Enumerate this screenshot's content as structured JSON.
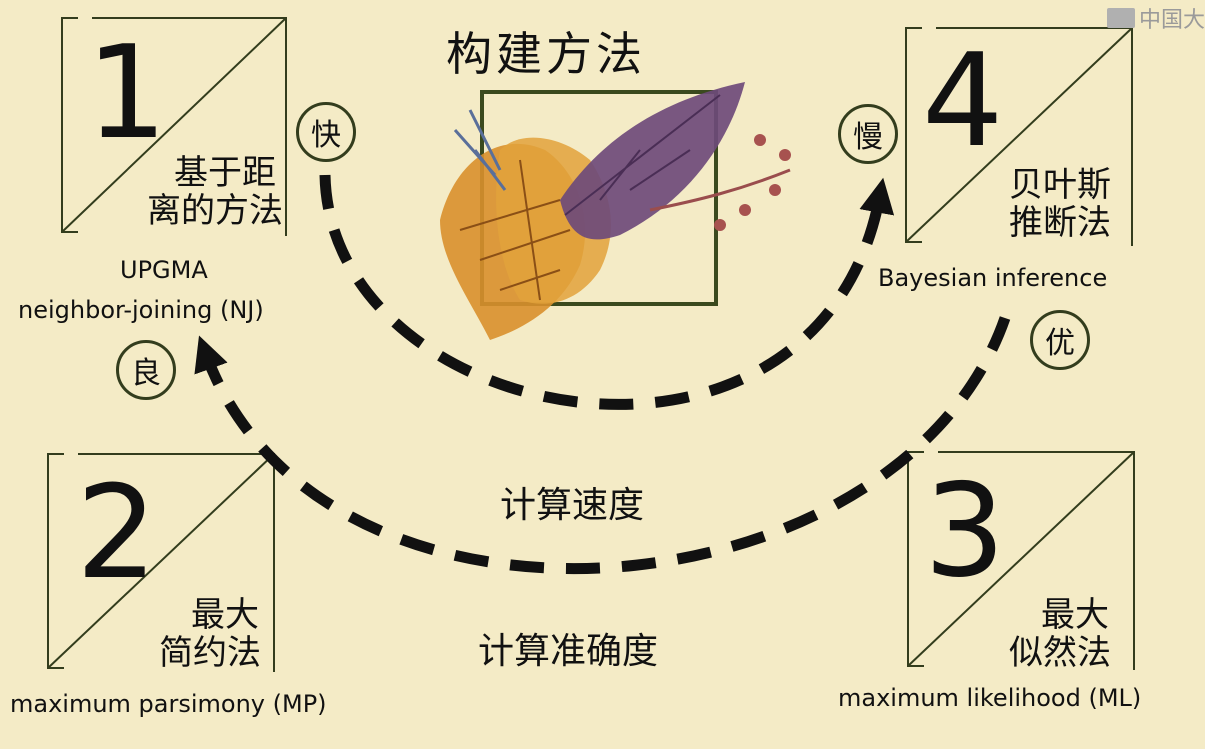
{
  "title": "构建方法",
  "watermark": "中国大",
  "methods": [
    {
      "number": "1",
      "name_line1": "基于距",
      "name_line2": "离的方法",
      "english_line1": "UPGMA",
      "english_line2": "neighbor-joining (NJ)"
    },
    {
      "number": "2",
      "name_line1": "最大",
      "name_line2": "简约法",
      "english_line1": "maximum parsimony (MP)"
    },
    {
      "number": "3",
      "name_line1": "最大",
      "name_line2": "似然法",
      "english_line1": "maximum likelihood (ML)"
    },
    {
      "number": "4",
      "name_line1": "贝叶斯",
      "name_line2": "推断法",
      "english_line1": "Bayesian inference"
    }
  ],
  "badges": {
    "fast": "快",
    "slow": "慢",
    "good": "良",
    "excellent": "优"
  },
  "axes": {
    "speed": "计算速度",
    "accuracy": "计算准确度"
  },
  "colors": {
    "background": "#f4ebc6",
    "frame": "#333d1d",
    "arrow": "#111111",
    "leaf_orange": "#d9902c",
    "leaf_purple": "#6e4a7a"
  }
}
